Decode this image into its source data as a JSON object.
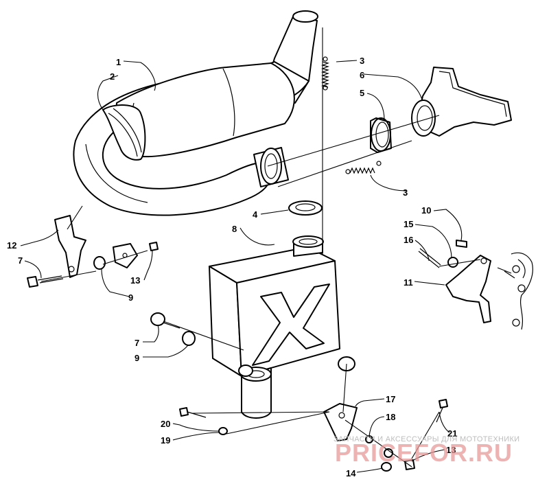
{
  "diagram": {
    "callouts": [
      {
        "id": "c1",
        "label": "1"
      },
      {
        "id": "c2",
        "label": "2"
      },
      {
        "id": "c3a",
        "label": "3"
      },
      {
        "id": "c3b",
        "label": "3"
      },
      {
        "id": "c4",
        "label": "4"
      },
      {
        "id": "c5",
        "label": "5"
      },
      {
        "id": "c6",
        "label": "6"
      },
      {
        "id": "c7a",
        "label": "7"
      },
      {
        "id": "c7b",
        "label": "7"
      },
      {
        "id": "c8",
        "label": "8"
      },
      {
        "id": "c9a",
        "label": "9"
      },
      {
        "id": "c9b",
        "label": "9"
      },
      {
        "id": "c10",
        "label": "10"
      },
      {
        "id": "c11",
        "label": "11"
      },
      {
        "id": "c12",
        "label": "12"
      },
      {
        "id": "c13a",
        "label": "13"
      },
      {
        "id": "c13b",
        "label": "13"
      },
      {
        "id": "c14",
        "label": "14"
      },
      {
        "id": "c15",
        "label": "15"
      },
      {
        "id": "c16",
        "label": "16"
      },
      {
        "id": "c17",
        "label": "17"
      },
      {
        "id": "c18",
        "label": "18"
      },
      {
        "id": "c19",
        "label": "19"
      },
      {
        "id": "c20",
        "label": "20"
      },
      {
        "id": "c21",
        "label": "21"
      }
    ]
  },
  "watermark": {
    "caption": "ЗАПЧАСТИ И АКСЕССУАРЫ ДЛЯ МОТОТЕХНИКИ",
    "brand": "PRICEFOR.RU"
  }
}
